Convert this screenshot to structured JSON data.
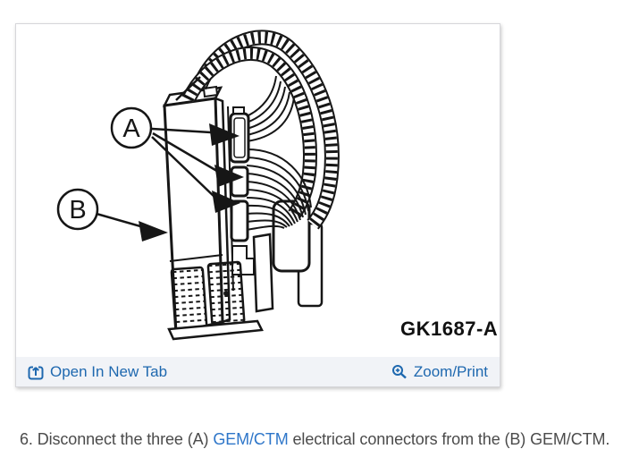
{
  "figure": {
    "code": "GK1687-A",
    "callouts": {
      "a": "A",
      "b": "B"
    }
  },
  "toolbar": {
    "open_in_new_tab": "Open In New Tab",
    "zoom_print": "Zoom/Print"
  },
  "instruction": {
    "step_prefix": "6. Disconnect the three (A) ",
    "link_text": "GEM/CTM",
    "suffix": " electrical connectors from the (B) GEM/CTM."
  },
  "colors": {
    "toolbar_link": "#1e68af",
    "instruction_link": "#2e76c9",
    "toolbar_bg": "#f1f3f7",
    "card_border": "#d6d6da",
    "instruction_text": "#4b4b4b",
    "diagram_ink": "#161616"
  },
  "icons": {
    "open_in_new_tab": "open-in-new-tab-icon",
    "zoom_print": "magnifier-plus-icon"
  }
}
